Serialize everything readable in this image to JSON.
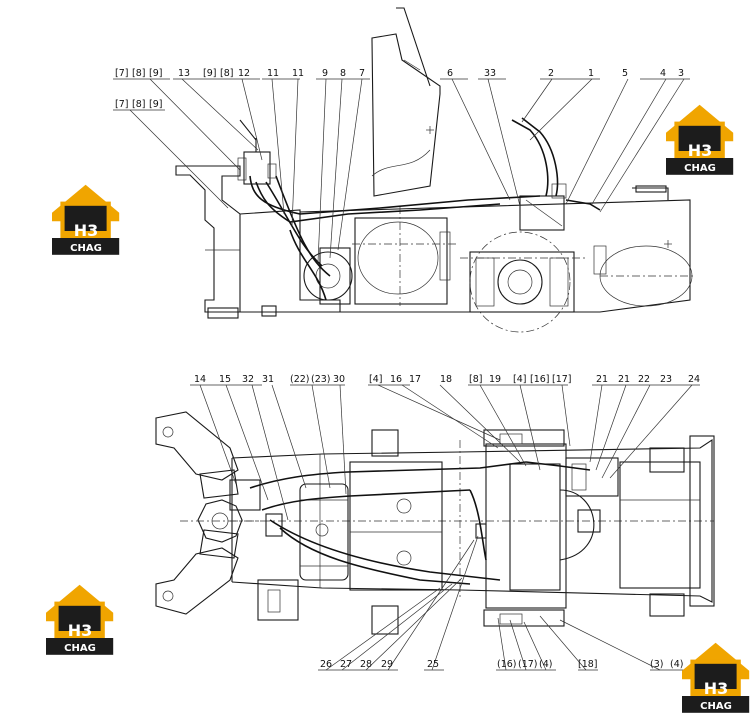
{
  "top_view": {
    "labels": [
      {
        "id": "t-7a",
        "text": "[7]"
      },
      {
        "id": "t-8a",
        "text": "[8]"
      },
      {
        "id": "t-9a",
        "text": "[9]"
      },
      {
        "id": "t-13",
        "text": "13"
      },
      {
        "id": "t-9b",
        "text": "[9]"
      },
      {
        "id": "t-8b",
        "text": "[8]"
      },
      {
        "id": "t-12",
        "text": "12"
      },
      {
        "id": "t-11a",
        "text": "11"
      },
      {
        "id": "t-11b",
        "text": "11"
      },
      {
        "id": "t-9",
        "text": "9"
      },
      {
        "id": "t-8",
        "text": "8"
      },
      {
        "id": "t-7",
        "text": "7"
      },
      {
        "id": "t-6",
        "text": "6"
      },
      {
        "id": "t-33",
        "text": "33"
      },
      {
        "id": "t-2",
        "text": "2"
      },
      {
        "id": "t-1",
        "text": "1"
      },
      {
        "id": "t-5",
        "text": "5"
      },
      {
        "id": "t-4",
        "text": "4"
      },
      {
        "id": "t-3",
        "text": "3"
      },
      {
        "id": "t-7c",
        "text": "[7]"
      },
      {
        "id": "t-8c",
        "text": "[8]"
      },
      {
        "id": "t-9c",
        "text": "[9]"
      }
    ]
  },
  "bottom_view": {
    "labels_top": [
      {
        "id": "b-14",
        "text": "14"
      },
      {
        "id": "b-15",
        "text": "15"
      },
      {
        "id": "b-32",
        "text": "32"
      },
      {
        "id": "b-31",
        "text": "31"
      },
      {
        "id": "b-22p",
        "text": "(22)"
      },
      {
        "id": "b-23p",
        "text": "(23)"
      },
      {
        "id": "b-30",
        "text": "30"
      },
      {
        "id": "b-4a",
        "text": "[4]"
      },
      {
        "id": "b-16",
        "text": "16"
      },
      {
        "id": "b-17",
        "text": "17"
      },
      {
        "id": "b-18",
        "text": "18"
      },
      {
        "id": "b-8",
        "text": "[8]"
      },
      {
        "id": "b-19",
        "text": "19"
      },
      {
        "id": "b-4b",
        "text": "[4]"
      },
      {
        "id": "b-16b",
        "text": "[16]"
      },
      {
        "id": "b-17b",
        "text": "[17]"
      },
      {
        "id": "b-21a",
        "text": "21"
      },
      {
        "id": "b-21b",
        "text": "21"
      },
      {
        "id": "b-22",
        "text": "22"
      },
      {
        "id": "b-23",
        "text": "23"
      },
      {
        "id": "b-24",
        "text": "24"
      }
    ],
    "labels_bottom": [
      {
        "id": "b-26",
        "text": "26"
      },
      {
        "id": "b-27",
        "text": "27"
      },
      {
        "id": "b-28",
        "text": "28"
      },
      {
        "id": "b-29",
        "text": "29"
      },
      {
        "id": "b-25",
        "text": "25"
      },
      {
        "id": "b-16p",
        "text": "(16)"
      },
      {
        "id": "b-17p",
        "text": "(17)"
      },
      {
        "id": "b-4p",
        "text": "(4)"
      },
      {
        "id": "b-18b",
        "text": "[18]"
      },
      {
        "id": "b-3p",
        "text": "(3)"
      },
      {
        "id": "b-4q",
        "text": "(4)"
      }
    ]
  },
  "watermark": {
    "logo_main": "H3",
    "logo_sub": "CHAG",
    "brand_color": "#f0a500",
    "dark_color": "#1c1c1c"
  }
}
